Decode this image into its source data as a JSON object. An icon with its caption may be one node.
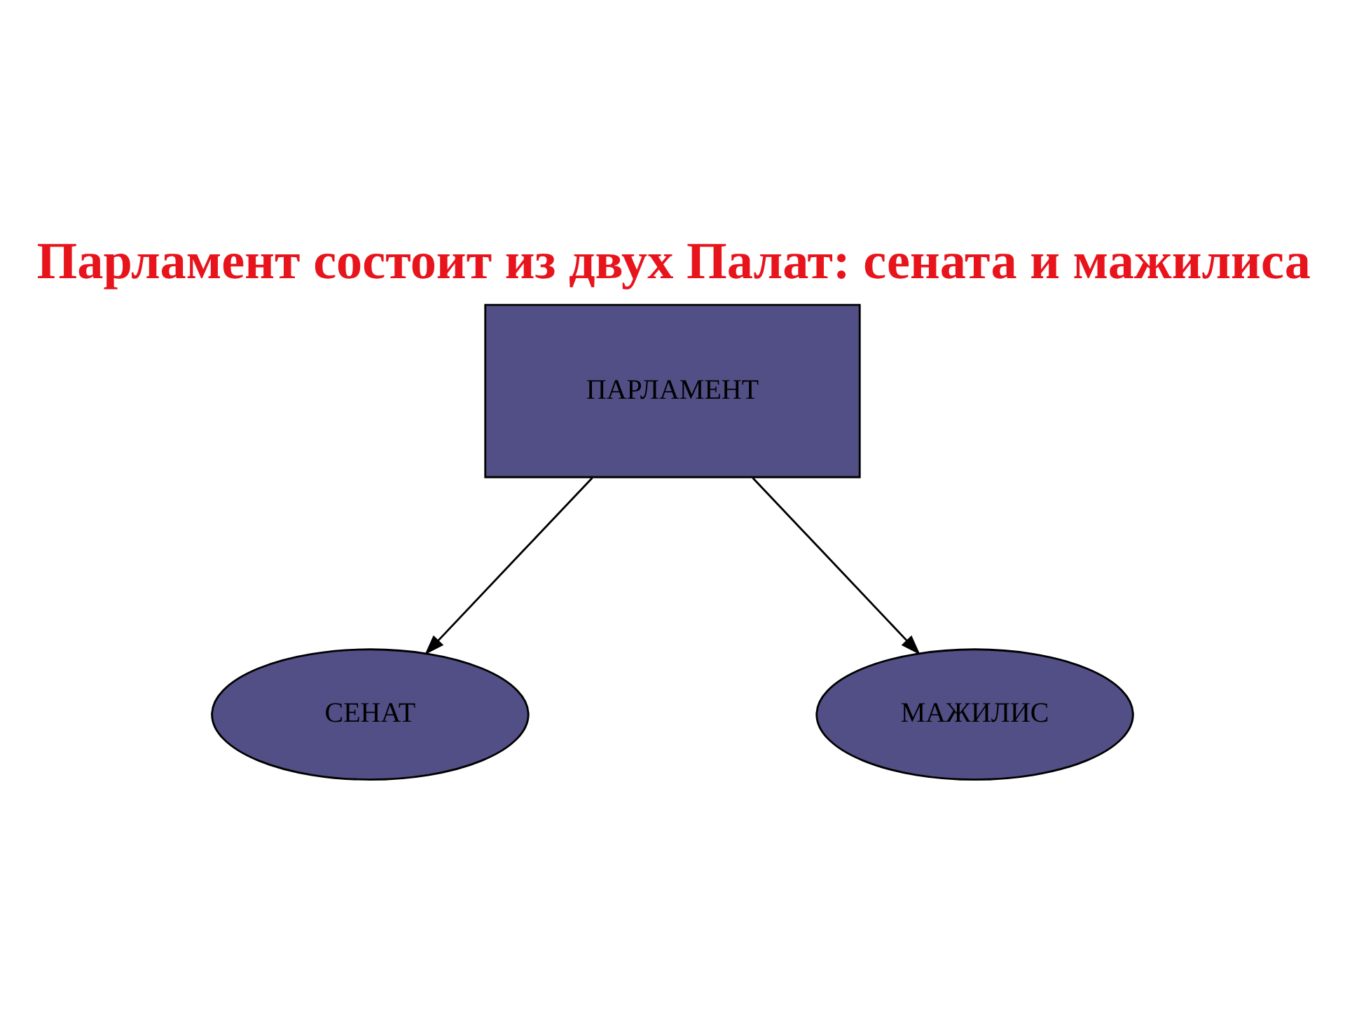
{
  "diagram": {
    "title": "Парламент состоит из двух Палат: сената и мажилиса",
    "nodes": [
      {
        "text": [
          "ПАРЛАМЕНТ"
        ]
      },
      {
        "text": [
          "СЕНАТ"
        ]
      },
      {
        "text": [
          "МАЖИЛИС"
        ]
      }
    ],
    "edges": [
      {
        "from": 0,
        "to": 1,
        "arrow": "to"
      },
      {
        "from": 0,
        "to": 2,
        "arrow": "to"
      }
    ]
  }
}
